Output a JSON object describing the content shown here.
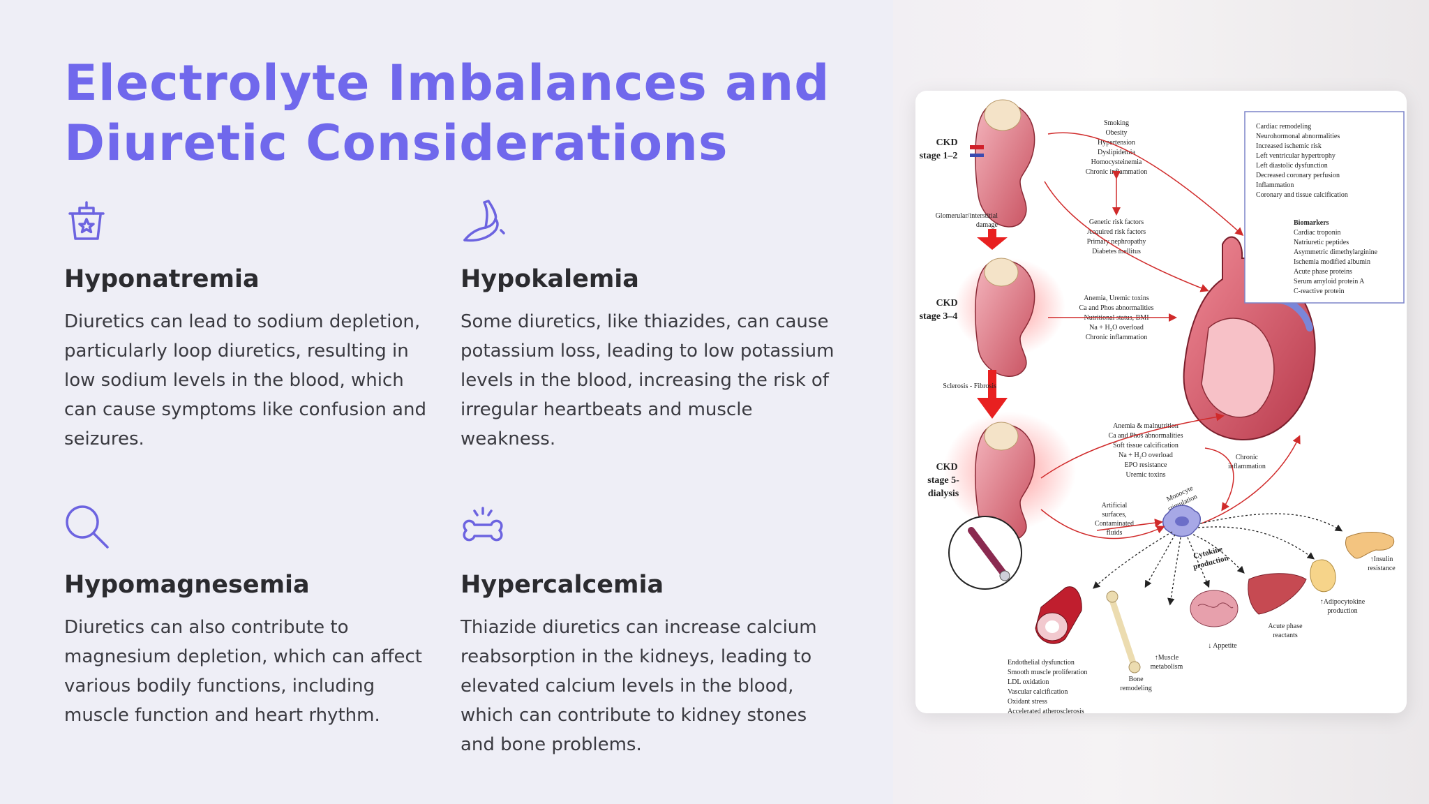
{
  "title": "Electrolyte Imbalances and Diuretic Considerations",
  "cards": [
    {
      "icon": "trash-bin-star-icon",
      "heading": "Hyponatremia",
      "body": "Diuretics can lead to sodium depletion, particularly loop diuretics, resulting in low sodium levels in the blood, which can cause symptoms like confusion and seizures."
    },
    {
      "icon": "banana-icon",
      "heading": "Hypokalemia",
      "body": "Some diuretics, like thiazides, can cause potassium loss, leading to low potassium levels in the blood, increasing the risk of irregular heartbeats and muscle weakness."
    },
    {
      "icon": "magnifier-icon",
      "heading": "Hypomagnesemia",
      "body": "Diuretics can also contribute to magnesium depletion, which can affect various bodily functions, including muscle function and heart rhythm."
    },
    {
      "icon": "bone-icon",
      "heading": "Hypercalcemia",
      "body": "Thiazide diuretics can increase calcium reabsorption in the kidneys, leading to elevated calcium levels in the blood, which can contribute to kidney stones and bone problems."
    }
  ],
  "diagram": {
    "stage1": [
      "CKD",
      "stage 1–2"
    ],
    "stage2": [
      "CKD",
      "stage 3–4"
    ],
    "stage3": [
      "CKD",
      "stage 5-",
      "dialysis"
    ],
    "damage1": [
      "Glomerular/interstitial",
      "damage"
    ],
    "damage2": "Sclerosis - Fibrosis",
    "risk_factors": [
      "Smoking",
      "Obesity",
      "Hypertension",
      "Dyslipidemia",
      "Homocysteinemia",
      "Chronic inflammation"
    ],
    "genetic_factors": [
      "Genetic risk factors",
      "Acquired risk factors",
      "Primary nephropathy",
      "Diabetes mellitus"
    ],
    "stage2_factors": [
      "Anemia, Uremic toxins",
      "Ca and Phos abnormalities",
      "Nutritional status, BMI",
      "Na + H₂O overload",
      "Chronic inflammation"
    ],
    "stage3_factors": [
      "Anemia & malnutrition",
      "Ca and Phos abnormalities",
      "Soft tissue calcification",
      "Na + H₂O overload",
      "EPO resistance",
      "Uremic toxins"
    ],
    "chronic_inflammation": [
      "Chronic",
      "inflammation"
    ],
    "artificial": [
      "Artificial",
      "surfaces,",
      "Contaminated",
      "fluids"
    ],
    "monocyte": [
      "Monocyte",
      "stimulation"
    ],
    "cytokine": [
      "Cytokine",
      "production"
    ],
    "cardiac_box": [
      "Cardiac remodeling",
      "Neurohormonal abnormalities",
      "Increased ischemic risk",
      "Left ventricular hypertrophy",
      "Left diastolic dysfunction",
      "Decreased coronary perfusion",
      "Inflammation",
      "Coronary and tissue calcification"
    ],
    "biomarkers_title": "Biomarkers",
    "biomarkers": [
      "Cardiac troponin",
      "Natriuretic peptides",
      "Asymmetric dimethylarginine",
      "Ischemia modified albumin",
      "Acute phase proteins",
      "Serum amyloid protein A",
      "C-reactive protein"
    ],
    "vessel_effects": [
      "Endothelial dysfunction",
      "Smooth muscle proliferation",
      "LDL oxidation",
      "Vascular calcification",
      "Oxidant stress",
      "Accelerated atherosclerosis"
    ],
    "bone": [
      "Bone",
      "remodeling"
    ],
    "muscle": [
      "↑Muscle",
      "metabolism"
    ],
    "appetite": "↓ Appetite",
    "liver": [
      "Acute phase",
      "reactants"
    ],
    "adipo": [
      "↑Adipocytokine",
      "production"
    ],
    "insulin": [
      "↑Insulin",
      "resistance"
    ]
  }
}
